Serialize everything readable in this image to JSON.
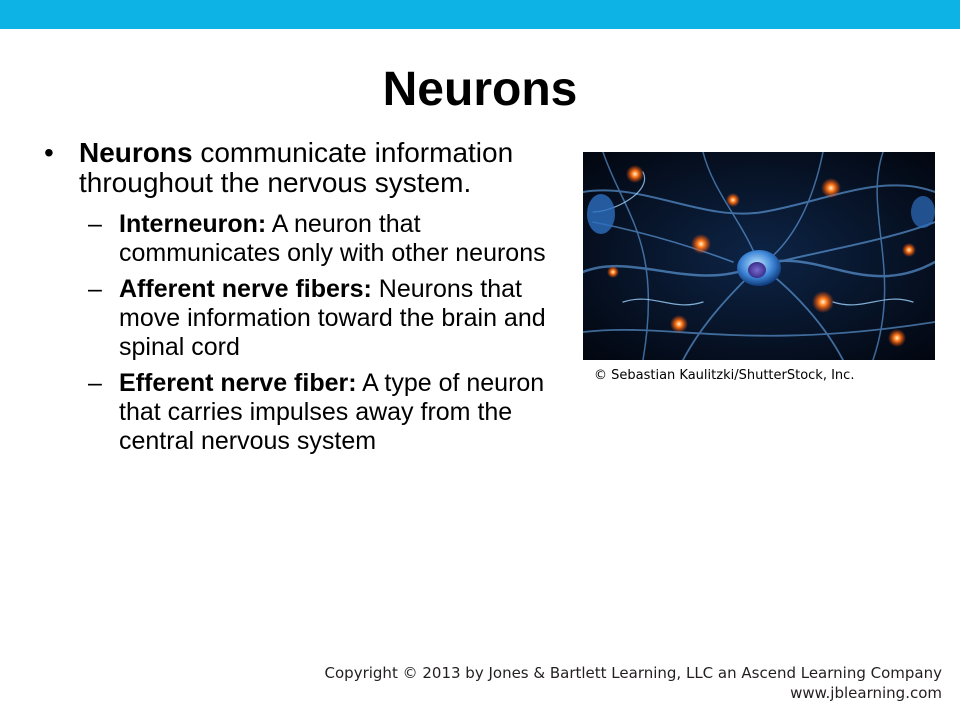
{
  "slide": {
    "title": "Neurons",
    "accent_color": "#0db3e5",
    "bullet": {
      "term": "Neurons",
      "text": " communicate information throughout the nervous system."
    },
    "sub_bullets": [
      {
        "term": "Interneuron:",
        "text": " A neuron that communicates only with other neurons"
      },
      {
        "term": "Afferent nerve fibers:",
        "text": " Neurons that move information toward the brain and spinal cord"
      },
      {
        "term": "Efferent nerve fiber:",
        "text": " A type of neuron that carries impulses away from the central nervous system"
      }
    ],
    "image_credit": "© Sebastian Kaulitzki/ShutterStock, Inc.",
    "copyright_line1": "Copyright © 2013 by Jones & Bartlett Learning, LLC an Ascend Learning Company",
    "copyright_line2": "www.jblearning.com"
  }
}
